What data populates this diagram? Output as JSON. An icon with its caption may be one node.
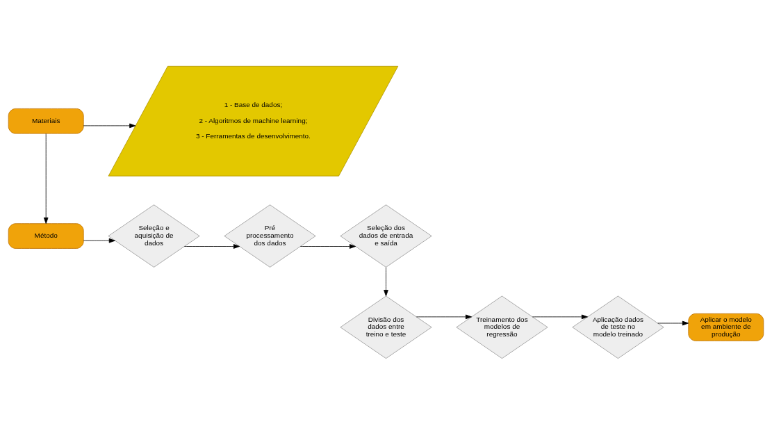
{
  "diagram": {
    "nodes": [
      {
        "text": [
          "Materiais"
        ]
      },
      {
        "text": [
          "1 - Base de dados;",
          "2 - Algoritmos de machine learning;",
          "3 - Ferramentas de desenvolvimento."
        ]
      },
      {
        "text": [
          "Método"
        ]
      },
      {
        "text": [
          "Seleção e aquisição de dados"
        ]
      },
      {
        "text": [
          "Pré processamento dos dados"
        ]
      },
      {
        "text": [
          "Seleção dos dados de entrada e saída"
        ]
      },
      {
        "text": [
          "Divisão dos dados entre treino e teste"
        ]
      },
      {
        "text": [
          "Treinamento dos modelos de regressão"
        ]
      },
      {
        "text": [
          "Aplicação dados de teste no modelo treinado"
        ]
      },
      {
        "text": [
          "Aplicar o modelo em ambiente de produção"
        ]
      }
    ],
    "edges": [
      {
        "from": 0,
        "to": 1,
        "arrow": "to"
      },
      {
        "from": 0,
        "to": 2,
        "arrow": "to"
      },
      {
        "from": 2,
        "to": 3,
        "arrow": "to"
      },
      {
        "from": 3,
        "to": 4,
        "arrow": "to"
      },
      {
        "from": 4,
        "to": 5,
        "arrow": "to"
      },
      {
        "from": 5,
        "to": 6,
        "arrow": "to"
      },
      {
        "from": 6,
        "to": 7,
        "arrow": "to"
      },
      {
        "from": 7,
        "to": 8,
        "arrow": "to"
      },
      {
        "from": 8,
        "to": 9,
        "arrow": "to"
      }
    ]
  }
}
